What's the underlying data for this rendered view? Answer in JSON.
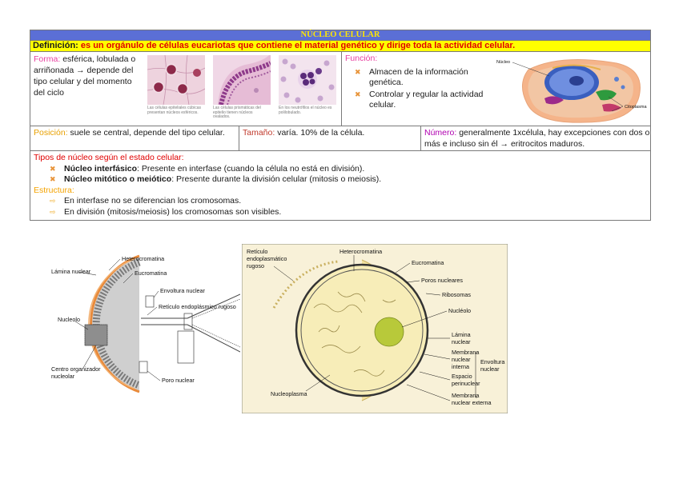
{
  "title": "NÚCLEO CELULAR",
  "definicion": {
    "label": "Definición:",
    "text": "es un orgánulo de células eucariotas que contiene el material genético y dirige toda la actividad celular."
  },
  "forma": {
    "label": "Forma:",
    "text": "esférica, lobulada o arriñonada → depende del tipo celular y del momento del ciclo"
  },
  "micrographs": [
    {
      "caption": "Las células epiteliales cúbicas presentan núcleos esféricos."
    },
    {
      "caption": "Las células prismáticas del epitelio tienen núcleos ovalados."
    },
    {
      "caption": "En los neutrófilos el núcleo es polilobulado."
    }
  ],
  "funcion": {
    "label": "Función:",
    "items": [
      "Almacen de la información genética.",
      "Controlar y regular la actividad celular."
    ]
  },
  "cell_diagram": {
    "labels": [
      "Núcleo",
      "Citoplasma"
    ]
  },
  "posicion": {
    "label": "Posición:",
    "text": "suele se central, depende del tipo celular."
  },
  "tamano": {
    "label": "Tamaño:",
    "text": "varía. 10% de la célula."
  },
  "numero": {
    "label": "Número:",
    "text": "generalmente 1xcélula, hay excepciones con dos o más e incluso sin él → eritrocitos maduros."
  },
  "tipos": {
    "heading": "Tipos de núcleo según el estado celular:",
    "items": [
      {
        "term": "Núcleo interfásico",
        "text": ": Presente en interfase (cuando la célula no está en división)."
      },
      {
        "term": "Núcleo mitótico o meiótico",
        "text": ": Presente durante la división celular (mitosis o meiosis)."
      }
    ]
  },
  "estructura": {
    "heading": "Estructura:",
    "items": [
      "En interfase no se diferencian los cromosomas.",
      "En división (mitosis/meiosis) los cromosomas son visibles."
    ]
  },
  "figure_left": {
    "labels": {
      "lamina": "Lámina nuclear",
      "hetero": "Heterocromatina",
      "eucro": "Eucromatina",
      "envoltura": "Envoltura nuclear",
      "reticulo": "Retículo endoplásmico rugoso",
      "nucleolo": "Nucleolo",
      "centro1": "Centro organizador",
      "centro2": "nucleolar",
      "poro": "Poro nuclear"
    }
  },
  "figure_right": {
    "labels": {
      "ret1": "Retículo",
      "ret2": "endoplasmático",
      "ret3": "rugoso",
      "hetero": "Heterocromatina",
      "eucro": "Eucromatina",
      "poros": "Poros nucleares",
      "ribosomas": "Ribosomas",
      "nucleolo": "Nucléolo",
      "lamina1": "Lámina",
      "lamina2": "nuclear",
      "mem_int1": "Membrana",
      "mem_int2": "nuclear",
      "mem_int3": "interna",
      "env1": "Envoltura",
      "env2": "nuclear",
      "espacio1": "Espacio",
      "espacio2": "perinuclear",
      "nucleoplasma": "Nucleoplasma",
      "mem_ext1": "Membrana",
      "mem_ext2": "nuclear externa"
    }
  },
  "colors": {
    "title_bg": "#5b6fd6",
    "title_fg": "#ffe600",
    "def_bg": "#ffff00",
    "def_fg": "#e00000",
    "label_pink": "#e83fa0",
    "label_orange": "#e8a000",
    "label_purple": "#b000b0",
    "heading_red": "#e00000"
  }
}
